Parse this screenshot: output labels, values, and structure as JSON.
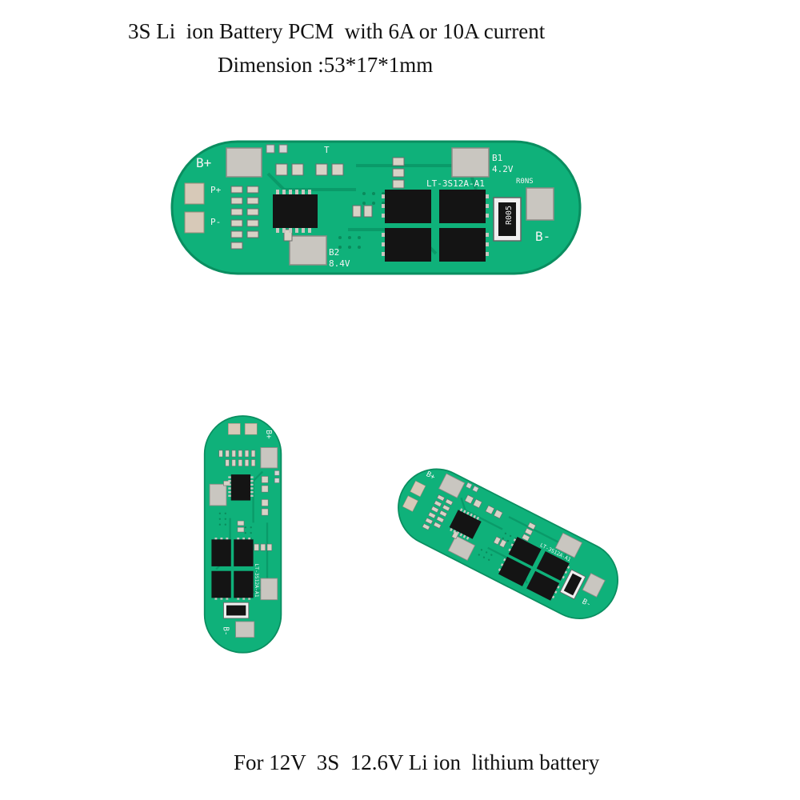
{
  "captions": {
    "title": "3S Li  ion Battery PCM  with 6A or 10A current",
    "dimension": "Dimension :53*17*1mm",
    "usage": "For 12V  3S  12.6V Li ion  lithium battery"
  },
  "board": {
    "model": "LT-3S12A-A1",
    "pad_b_plus": "B+",
    "pad_b_minus": "B-",
    "pad_b1": "B1",
    "pad_b1_voltage": "4.2V",
    "pad_b2": "B2",
    "pad_b2_voltage": "8.4V",
    "p_plus": "P+",
    "p_minus": "P-",
    "t_label": "T",
    "resistor_code": "R005",
    "resistor_label": "R0NS"
  },
  "colors": {
    "pcb_green": "#0fb17a",
    "pcb_edge": "#0a8e60",
    "pad_silver": "#c9c6c0",
    "chip_black": "#141414",
    "silk_white": "#f4f4f4"
  }
}
